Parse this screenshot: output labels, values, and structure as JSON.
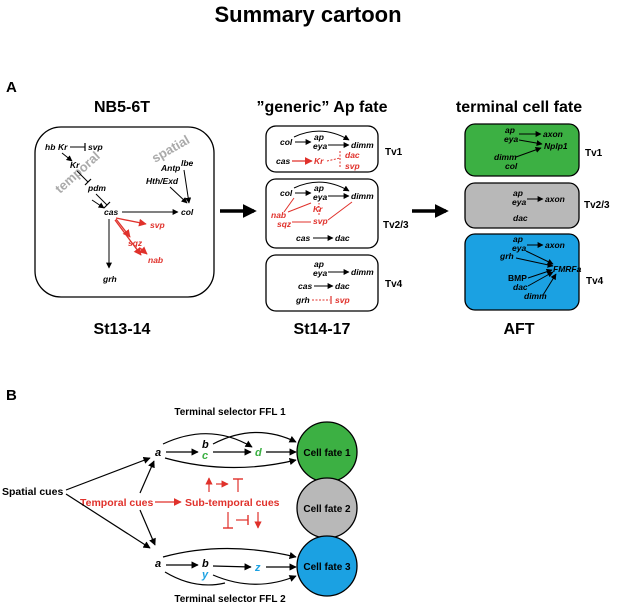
{
  "title": "Summary cartoon",
  "panelA": {
    "label": "A",
    "col1": {
      "heading": "NB5-6T",
      "footer": "St13-14",
      "spatial": "spatial",
      "temporal": "temporal",
      "genes": {
        "hb": "hb",
        "Kr1": "Kr",
        "svp": "svp",
        "Kr2": "Kr",
        "pdm": "pdm",
        "cas": "cas",
        "col": "col",
        "antp": "Antp",
        "lbe": "lbe",
        "hthexd": "Hth/Exd",
        "svp_red": "svp",
        "sqz": "sqz",
        "nab": "nab",
        "grh": "grh"
      }
    },
    "col2": {
      "heading": "”generic” Ap fate",
      "footer": "St14-17",
      "tv1": {
        "label": "Tv1",
        "col": "col",
        "ap": "ap",
        "eya": "eya",
        "dimm": "dimm",
        "cas": "cas",
        "Kr": "Kr",
        "dac": "dac",
        "svp": "svp"
      },
      "tv23": {
        "label": "Tv2/3",
        "col": "col",
        "ap": "ap",
        "eya": "eya",
        "dimm": "dimm",
        "nab": "nab",
        "sqz": "sqz",
        "Kr": "Kr",
        "svp": "svp",
        "cas": "cas",
        "dac": "dac"
      },
      "tv4": {
        "label": "Tv4",
        "ap": "ap",
        "eya": "eya",
        "dimm": "dimm",
        "cas": "cas",
        "dac": "dac",
        "grh": "grh",
        "svp": "svp"
      }
    },
    "col3": {
      "heading": "terminal cell fate",
      "footer": "AFT",
      "tv1": {
        "label": "Tv1",
        "color": "#3cb043",
        "ap": "ap",
        "eya": "eya",
        "axon": "axon",
        "dimm": "dimm",
        "col": "col",
        "nplp1": "Nplp1"
      },
      "tv23": {
        "label": "Tv2/3",
        "color": "#b8b8b8",
        "ap": "ap",
        "eya": "eya",
        "axon": "axon",
        "dac": "dac"
      },
      "tv4": {
        "label": "Tv4",
        "color": "#1ba1e2",
        "ap": "ap",
        "eya": "eya",
        "axon": "axon",
        "grh": "grh",
        "bmp": "BMP",
        "dac": "dac",
        "dimm": "dimm",
        "fmrfa": "FMRFa"
      }
    }
  },
  "panelB": {
    "label": "B",
    "ffl1": "Terminal selector FFL 1",
    "ffl2": "Terminal selector FFL 2",
    "spatial": "Spatial cues",
    "temporal": "Temporal cues",
    "subtemporal": "Sub-temporal cues",
    "a1": "a",
    "b1": "b",
    "c": "c",
    "d": "d",
    "a2": "a",
    "b2": "b",
    "y": "y",
    "z": "z",
    "fate1": "Cell fate 1",
    "fate2": "Cell fate 2",
    "fate3": "Cell fate 3",
    "colors": {
      "red": "#e0312b",
      "green": "#3cb043",
      "blue": "#1ba1e2",
      "grey": "#b8b8b8"
    }
  }
}
